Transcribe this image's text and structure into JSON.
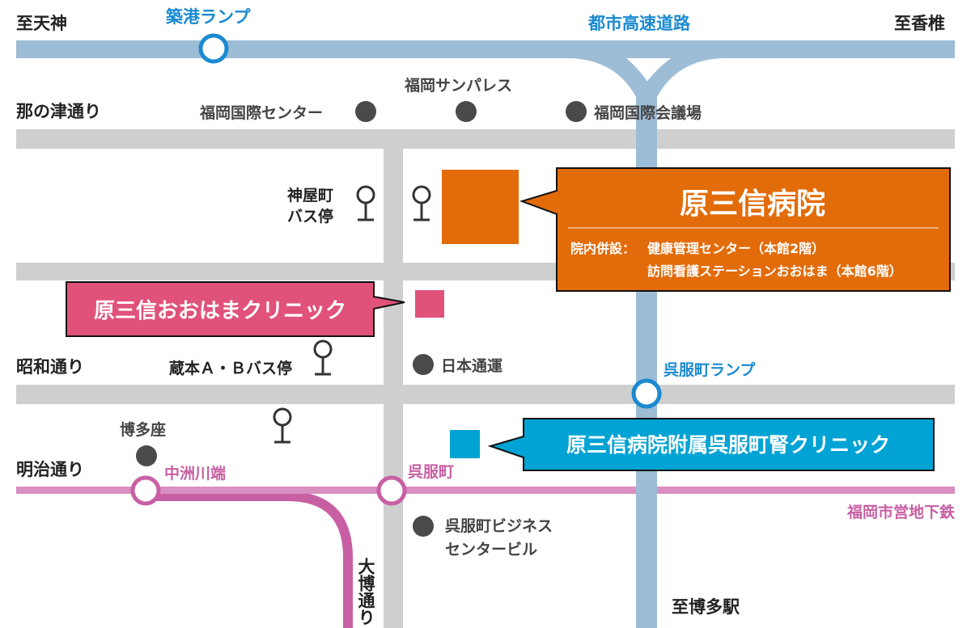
{
  "highways": {
    "top_left_dest": "至天神",
    "top_right_dest": "至香椎",
    "name": "都市高速道路",
    "chikko_ramp": "築港ランプ",
    "gofukumachi_ramp": "呉服町ランプ",
    "bottom_dest": "至博多駅"
  },
  "streets": {
    "nanotsu": "那の津通り",
    "showa": "昭和通り",
    "meiji": "明治通り",
    "taihaku": "大博通り"
  },
  "landmarks": {
    "sunpalace": "福岡サンパレス",
    "intl_center": "福岡国際センター",
    "congress": "福岡国際会議場",
    "nittsu": "日本通運",
    "hakataza": "博多座",
    "business_1": "呉服町ビジネス",
    "business_2": "センタービル"
  },
  "bus_stops": {
    "kamiya_1": "神屋町",
    "kamiya_2": "バス停",
    "kuramoto": "蔵本Ａ・Ｂバス停"
  },
  "subway": {
    "line": "福岡市営地下鉄",
    "nakasu": "中洲川端",
    "gofukumachi": "呉服町"
  },
  "hospital": {
    "name": "原三信病院",
    "facilities_label": "院内併設：",
    "facility_1": "健康管理センター（本館2階）",
    "facility_2": "訪問看護ステーションおおはま（本館6階）"
  },
  "clinic_ohama": "原三信おおはまクリニック",
  "clinic_kidney": "原三信病院附属呉服町腎クリニック",
  "colors": {
    "highway": "#9dbcd6",
    "street": "#cfcfcf",
    "subway": "#c85fa3",
    "hospital": "#e36c0a",
    "ohama": "#e0527a",
    "kidney": "#00a3d4",
    "label_blue": "#1a8ad0"
  }
}
